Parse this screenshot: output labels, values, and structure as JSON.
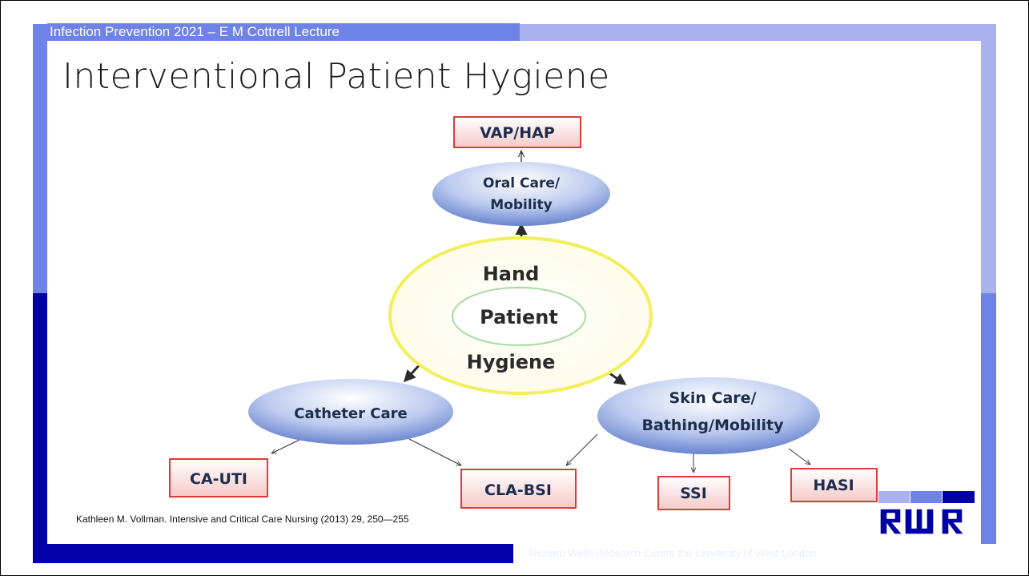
{
  "header": {
    "bar_text": "Infection Prevention 2021 – E M Cottrell Lecture"
  },
  "slide": {
    "title": "Interventional Patient Hygiene",
    "citation": "Kathleen M. Vollman. Intensive and Critical Care Nursing (2013) 29, 250—255",
    "footer": "Richard Wells Research Centre the University of West London",
    "logo_text": "RWR"
  },
  "diagram": {
    "center_outer": {
      "top": "Hand",
      "bottom": "Hygiene"
    },
    "center_inner": "Patient",
    "ellipses": {
      "oral": [
        "Oral Care/",
        "Mobility"
      ],
      "catheter": [
        "Catheter Care"
      ],
      "skin": [
        "Skin Care/",
        "Bathing/Mobility"
      ]
    },
    "boxes": {
      "vap": "VAP/HAP",
      "cauti": "CA-UTI",
      "clabsi": "CLA-BSI",
      "ssi": "SSI",
      "hasi": "HASI"
    }
  },
  "colors": {
    "dark_blue": "#0000a8",
    "mid_blue": "#6f82e8",
    "light_blue": "#a9b1ef",
    "box_border": "#e03a3a",
    "box_fill": "#fde4e4",
    "ellipse_text": "#1d2d4d",
    "hand_ellipse": "#f3ef5a"
  }
}
